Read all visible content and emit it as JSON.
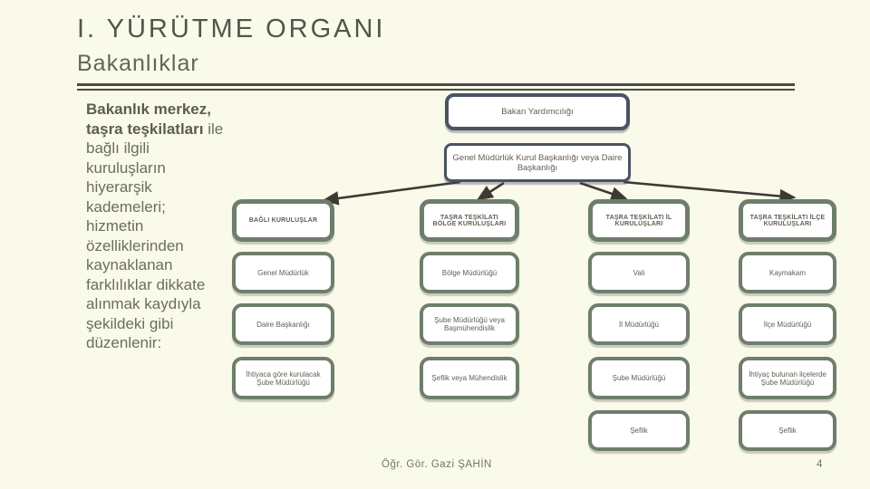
{
  "slide": {
    "title": "I. YÜRÜTME ORGANI",
    "subtitle": "Bakanlıklar",
    "footer_author": "Öğr. Gör. Gazi ŞAHİN",
    "page_number": "4"
  },
  "intro": {
    "bold_text": "Bakanlık merkez, taşra teşkilatları",
    "text": " ile bağlı ilgili kuruluşların hiyerarşik kademeleri; hizmetin özelliklerinden kaynaklanan farklılıklar dikkate alınmak kaydıyla şekildeki gibi düzenlenir:"
  },
  "org_chart": {
    "root": "Bakan Yardımcılığı",
    "level2": "Genel Müdürlük Kurul Başkanlığı veya Daire Başkanlığı",
    "columns": [
      {
        "header": "BAĞLI KURULUŞLAR",
        "rows": [
          "Genel Müdürlük",
          "Daire Başkanlığı",
          "İhtiyaca göre kurulacak Şube Müdürlüğü"
        ]
      },
      {
        "header": "TAŞRA TEŞKİLATI BÖLGE KURULUŞLARI",
        "rows": [
          "Bölge Müdürlüğü",
          "Şube Müdürlüğü veya Başmühendislik",
          "Şeflik veya Mühendislik"
        ]
      },
      {
        "header": "TAŞRA TEŞKİLATI İL KURULUŞLARI",
        "rows": [
          "Vali",
          "İl Müdürlüğü",
          "Şube Müdürlüğü",
          "Şeflik"
        ]
      },
      {
        "header": "TAŞRA TEŞKİLATI İLÇE KURULUŞLARI",
        "rows": [
          "Kaymakam",
          "İlçe Müdürlüğü",
          "İhtiyaç bulunan ilçelerde Şube Müdürlüğü",
          "Şeflik"
        ]
      }
    ]
  },
  "colors": {
    "background": "#FAFAEB",
    "dark_border": "#495362",
    "green_border": "#6F7E6C",
    "arrow": "#3B3B33",
    "title_text": "#53544A",
    "body_text": "#6B6C60"
  }
}
